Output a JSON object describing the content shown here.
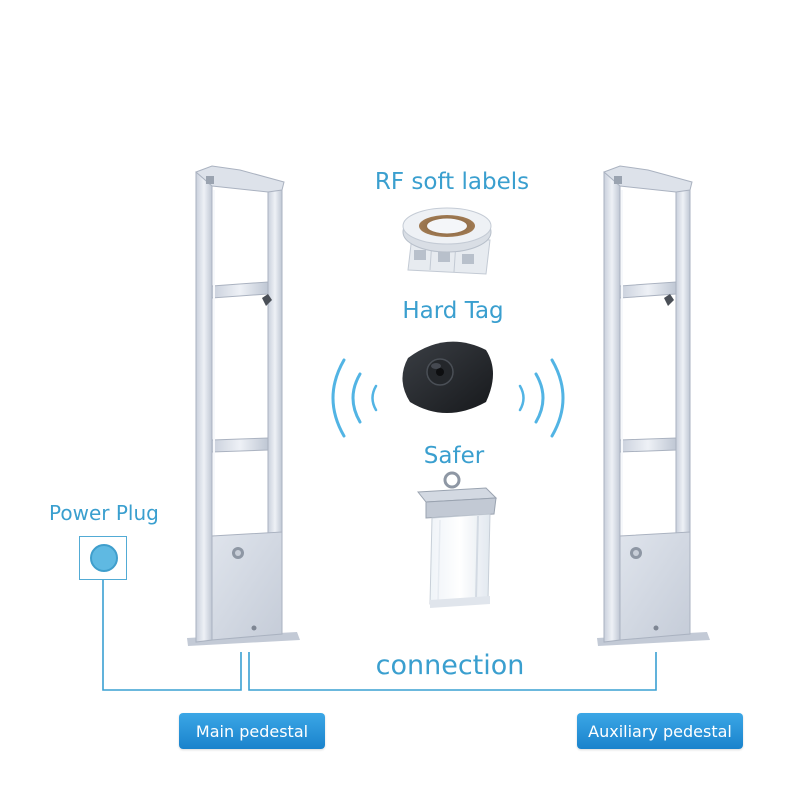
{
  "labels": {
    "rf_soft_labels": "RF soft labels",
    "hard_tag": "Hard Tag",
    "safer": "Safer",
    "power_plug": "Power Plug",
    "connection": "connection"
  },
  "buttons": {
    "main_pedestal": "Main pedestal",
    "auxiliary_pedestal": "Auxiliary pedestal"
  },
  "colors": {
    "accent": "#3aa0d2",
    "label_text": "#3a9fcf",
    "button_bg": "#1f8ad0",
    "pedestal": "#e2e7ef",
    "hard_tag": "#2c2f33"
  }
}
